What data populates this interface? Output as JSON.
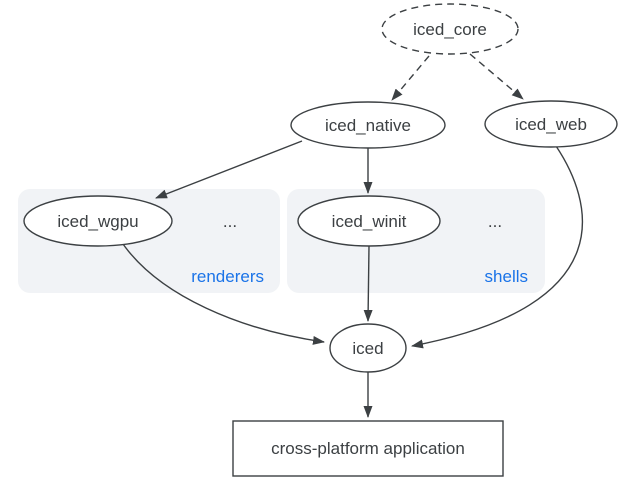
{
  "diagram": {
    "kind": "dependency-graph",
    "nodes": {
      "core": {
        "label": "iced_core",
        "shape": "ellipse",
        "style": "dashed"
      },
      "native": {
        "label": "iced_native",
        "shape": "ellipse",
        "style": "solid"
      },
      "web": {
        "label": "iced_web",
        "shape": "ellipse",
        "style": "solid"
      },
      "wgpu": {
        "label": "iced_wgpu",
        "shape": "ellipse",
        "style": "solid"
      },
      "winit": {
        "label": "iced_winit",
        "shape": "ellipse",
        "style": "solid"
      },
      "iced": {
        "label": "iced",
        "shape": "ellipse",
        "style": "solid"
      },
      "app": {
        "label": "cross-platform application",
        "shape": "rectangle",
        "style": "solid"
      }
    },
    "groups": {
      "renderers": {
        "label": "renderers",
        "ellipsis": "...",
        "members": [
          "iced_wgpu",
          "..."
        ]
      },
      "shells": {
        "label": "shells",
        "ellipsis": "...",
        "members": [
          "iced_winit",
          "..."
        ]
      }
    },
    "edges": [
      {
        "from": "iced_core",
        "to": "iced_native",
        "style": "dashed"
      },
      {
        "from": "iced_core",
        "to": "iced_web",
        "style": "dashed"
      },
      {
        "from": "iced_native",
        "to": "iced_wgpu",
        "style": "solid"
      },
      {
        "from": "iced_native",
        "to": "iced_winit",
        "style": "solid"
      },
      {
        "from": "iced_wgpu",
        "to": "iced",
        "style": "solid"
      },
      {
        "from": "iced_winit",
        "to": "iced",
        "style": "solid"
      },
      {
        "from": "iced_web",
        "to": "iced",
        "style": "solid"
      },
      {
        "from": "iced",
        "to": "cross-platform application",
        "style": "solid"
      }
    ],
    "colors": {
      "stroke": "#3c4043",
      "text": "#3c4043",
      "group_background": "#f1f3f6",
      "group_label_blue": "#1a73e8",
      "page_background": "#ffffff"
    }
  }
}
